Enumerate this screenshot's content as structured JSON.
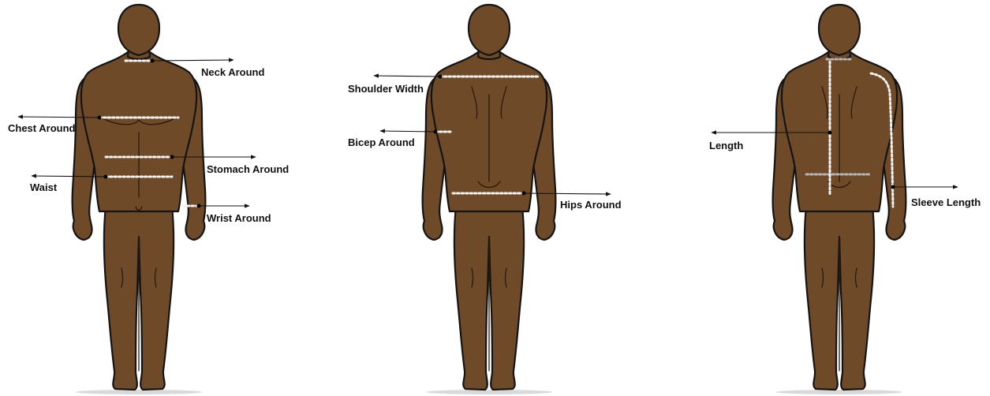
{
  "front_view": {
    "labels": {
      "neck": "Neck Around",
      "chest": "Chest Around",
      "stomach": "Stomach Around",
      "waist": "Waist",
      "wrist": "Wrist Around"
    }
  },
  "back_view": {
    "labels": {
      "shoulder": "Shoulder Width",
      "bicep": "Bicep Around",
      "hips": "Hips Around"
    }
  },
  "back_length_view": {
    "labels": {
      "length": "Length",
      "sleeve": "Sleeve Length"
    }
  },
  "colors": {
    "skin": "#6e4a28",
    "outline": "#141414",
    "measure_line": "#f2f2f2",
    "measure_line_grey": "#b5b5b5"
  }
}
